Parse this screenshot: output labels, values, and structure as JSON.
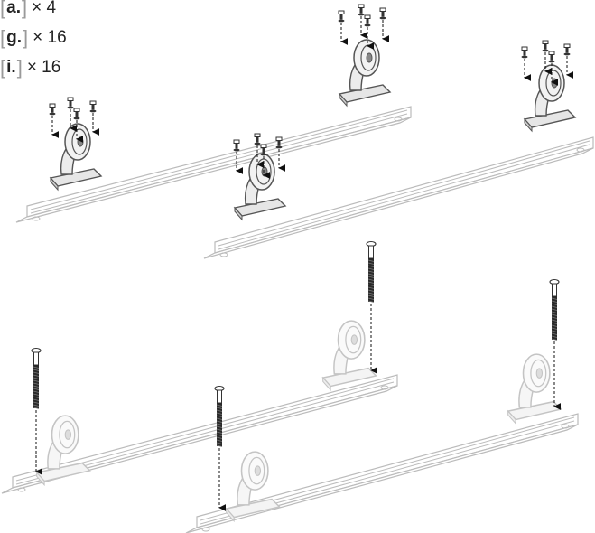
{
  "parts": [
    {
      "label": "a.",
      "quantity": "× 4"
    },
    {
      "label": "g.",
      "quantity": "× 16"
    },
    {
      "label": "i.",
      "quantity": "× 16"
    }
  ],
  "colors": {
    "line": "#555555",
    "rail": "#bbbbbb",
    "wheel_faded": "#c4c4c4",
    "ink": "#222222",
    "bracket": "#9a9a9a"
  },
  "icons": [
    "caster-wheel",
    "bolt",
    "washer",
    "long-bolt",
    "rail",
    "arrow-down"
  ]
}
